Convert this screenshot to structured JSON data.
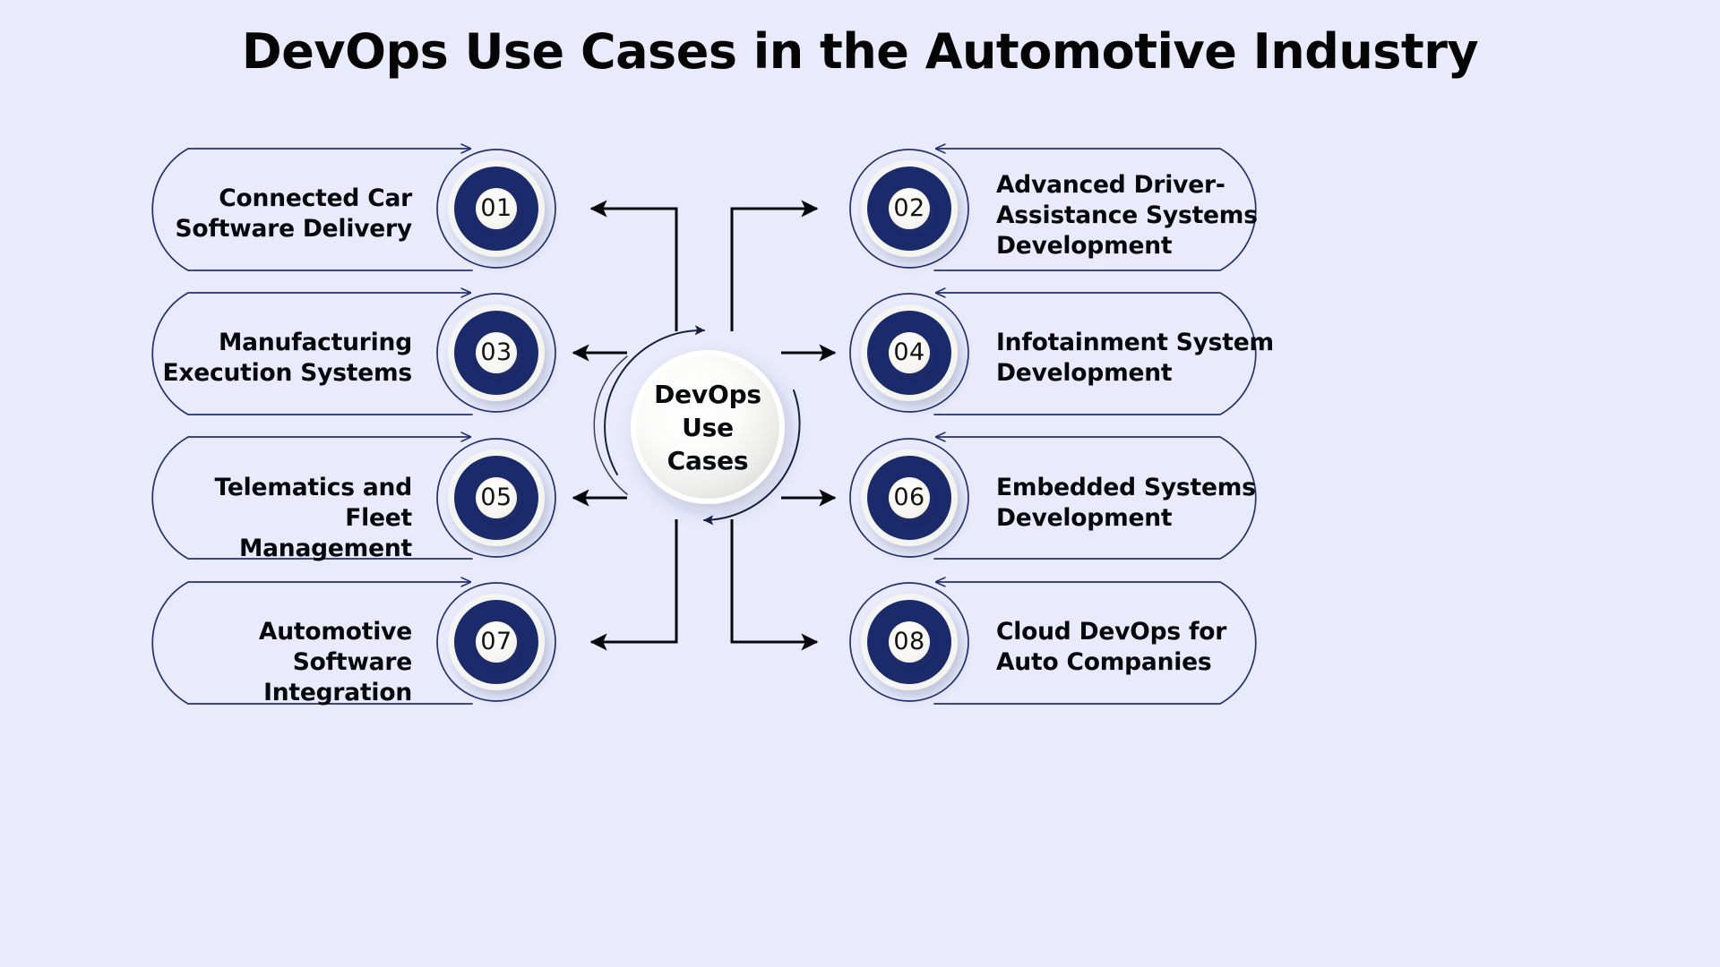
{
  "page": {
    "title": "DevOps Use Cases in the Automotive Industry",
    "background_color": "#e9ebfd",
    "accent_navy": "#1b2a6b",
    "stroke_navy": "#25306e",
    "text_color": "#07080c"
  },
  "center": {
    "line1": "DevOps",
    "line2": "Use",
    "line3": "Cases",
    "flow_icon": "circular-arrows-icon"
  },
  "items": [
    {
      "number": "01",
      "side": "left",
      "label_line1": "Connected Car",
      "label_line2": "Software Delivery",
      "label_line3": ""
    },
    {
      "number": "02",
      "side": "right",
      "label_line1": "Advanced Driver-",
      "label_line2": "Assistance Systems",
      "label_line3": "Development"
    },
    {
      "number": "03",
      "side": "left",
      "label_line1": "Manufacturing",
      "label_line2": "Execution Systems",
      "label_line3": ""
    },
    {
      "number": "04",
      "side": "right",
      "label_line1": "Infotainment System",
      "label_line2": "Development",
      "label_line3": ""
    },
    {
      "number": "05",
      "side": "left",
      "label_line1": "Telematics and Fleet",
      "label_line2": "Management",
      "label_line3": ""
    },
    {
      "number": "06",
      "side": "right",
      "label_line1": "Embedded Systems",
      "label_line2": "Development",
      "label_line3": ""
    },
    {
      "number": "07",
      "side": "left",
      "label_line1": "Automotive Software",
      "label_line2": "Integration",
      "label_line3": ""
    },
    {
      "number": "08",
      "side": "right",
      "label_line1": "Cloud DevOps for",
      "label_line2": "Auto Companies",
      "label_line3": ""
    }
  ]
}
